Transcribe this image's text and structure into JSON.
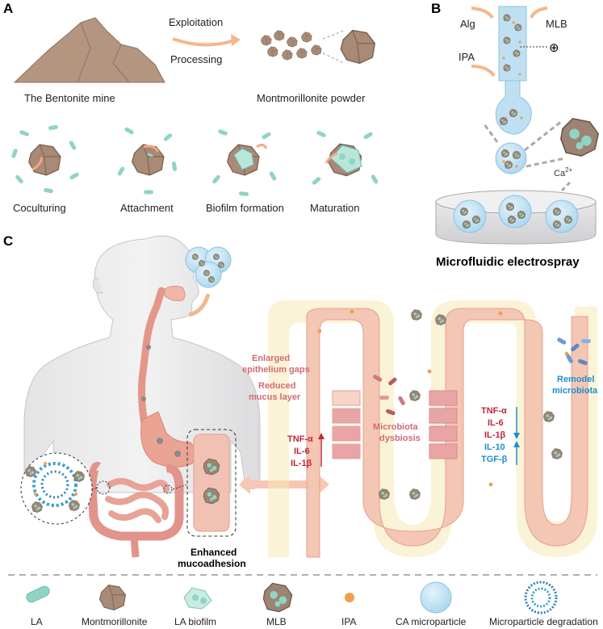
{
  "panels": {
    "a": "A",
    "b": "B",
    "c": "C"
  },
  "panel_a": {
    "arrow_top": "Exploitation",
    "arrow_bottom": "Processing",
    "mine_label": "The Bentonite mine",
    "powder_label": "Montmorillonite powder",
    "stages": [
      "Coculturing",
      "Attachment",
      "Biofilm formation",
      "Maturation"
    ]
  },
  "panel_b": {
    "alg": "Alg",
    "mlb": "MLB",
    "ipa": "IPA",
    "charge": "⊕",
    "ca_base": "Ca",
    "ca_sup": "2+",
    "title": "Microfluidic electrospray"
  },
  "panel_c": {
    "enlarged": [
      "Enlarged",
      "epithelium gaps"
    ],
    "reduced": [
      "Reduced",
      "mucus layer"
    ],
    "dysbiosis": [
      "Microbiota",
      "dysbiosis"
    ],
    "left_cytokines": [
      "TNF-α",
      "IL-6",
      "IL-1β"
    ],
    "right_cytokines_up": [
      "TNF-α",
      "IL-6",
      "IL-1β"
    ],
    "right_cytokines_down": [
      "IL-10",
      "TGF-β"
    ],
    "remodel": [
      "Remodel",
      "microbiota"
    ],
    "enhanced": [
      "Enhanced",
      "mucoadhesion"
    ]
  },
  "legend": [
    "LA",
    "Montmorillonite",
    "LA biofilm",
    "MLB",
    "IPA",
    "CA microparticle",
    "Microparticle degradation"
  ],
  "colors": {
    "rock": "#a88a76",
    "rock_dark": "#7d6354",
    "bacteria": "#8fd4c4",
    "ipa": "#f0a04b",
    "capsule": "#bfe0f2",
    "tissue": "#f4c6b4",
    "tissue_dark": "#e9a08c",
    "red": "#c0283a",
    "blue": "#1d8fd0"
  }
}
